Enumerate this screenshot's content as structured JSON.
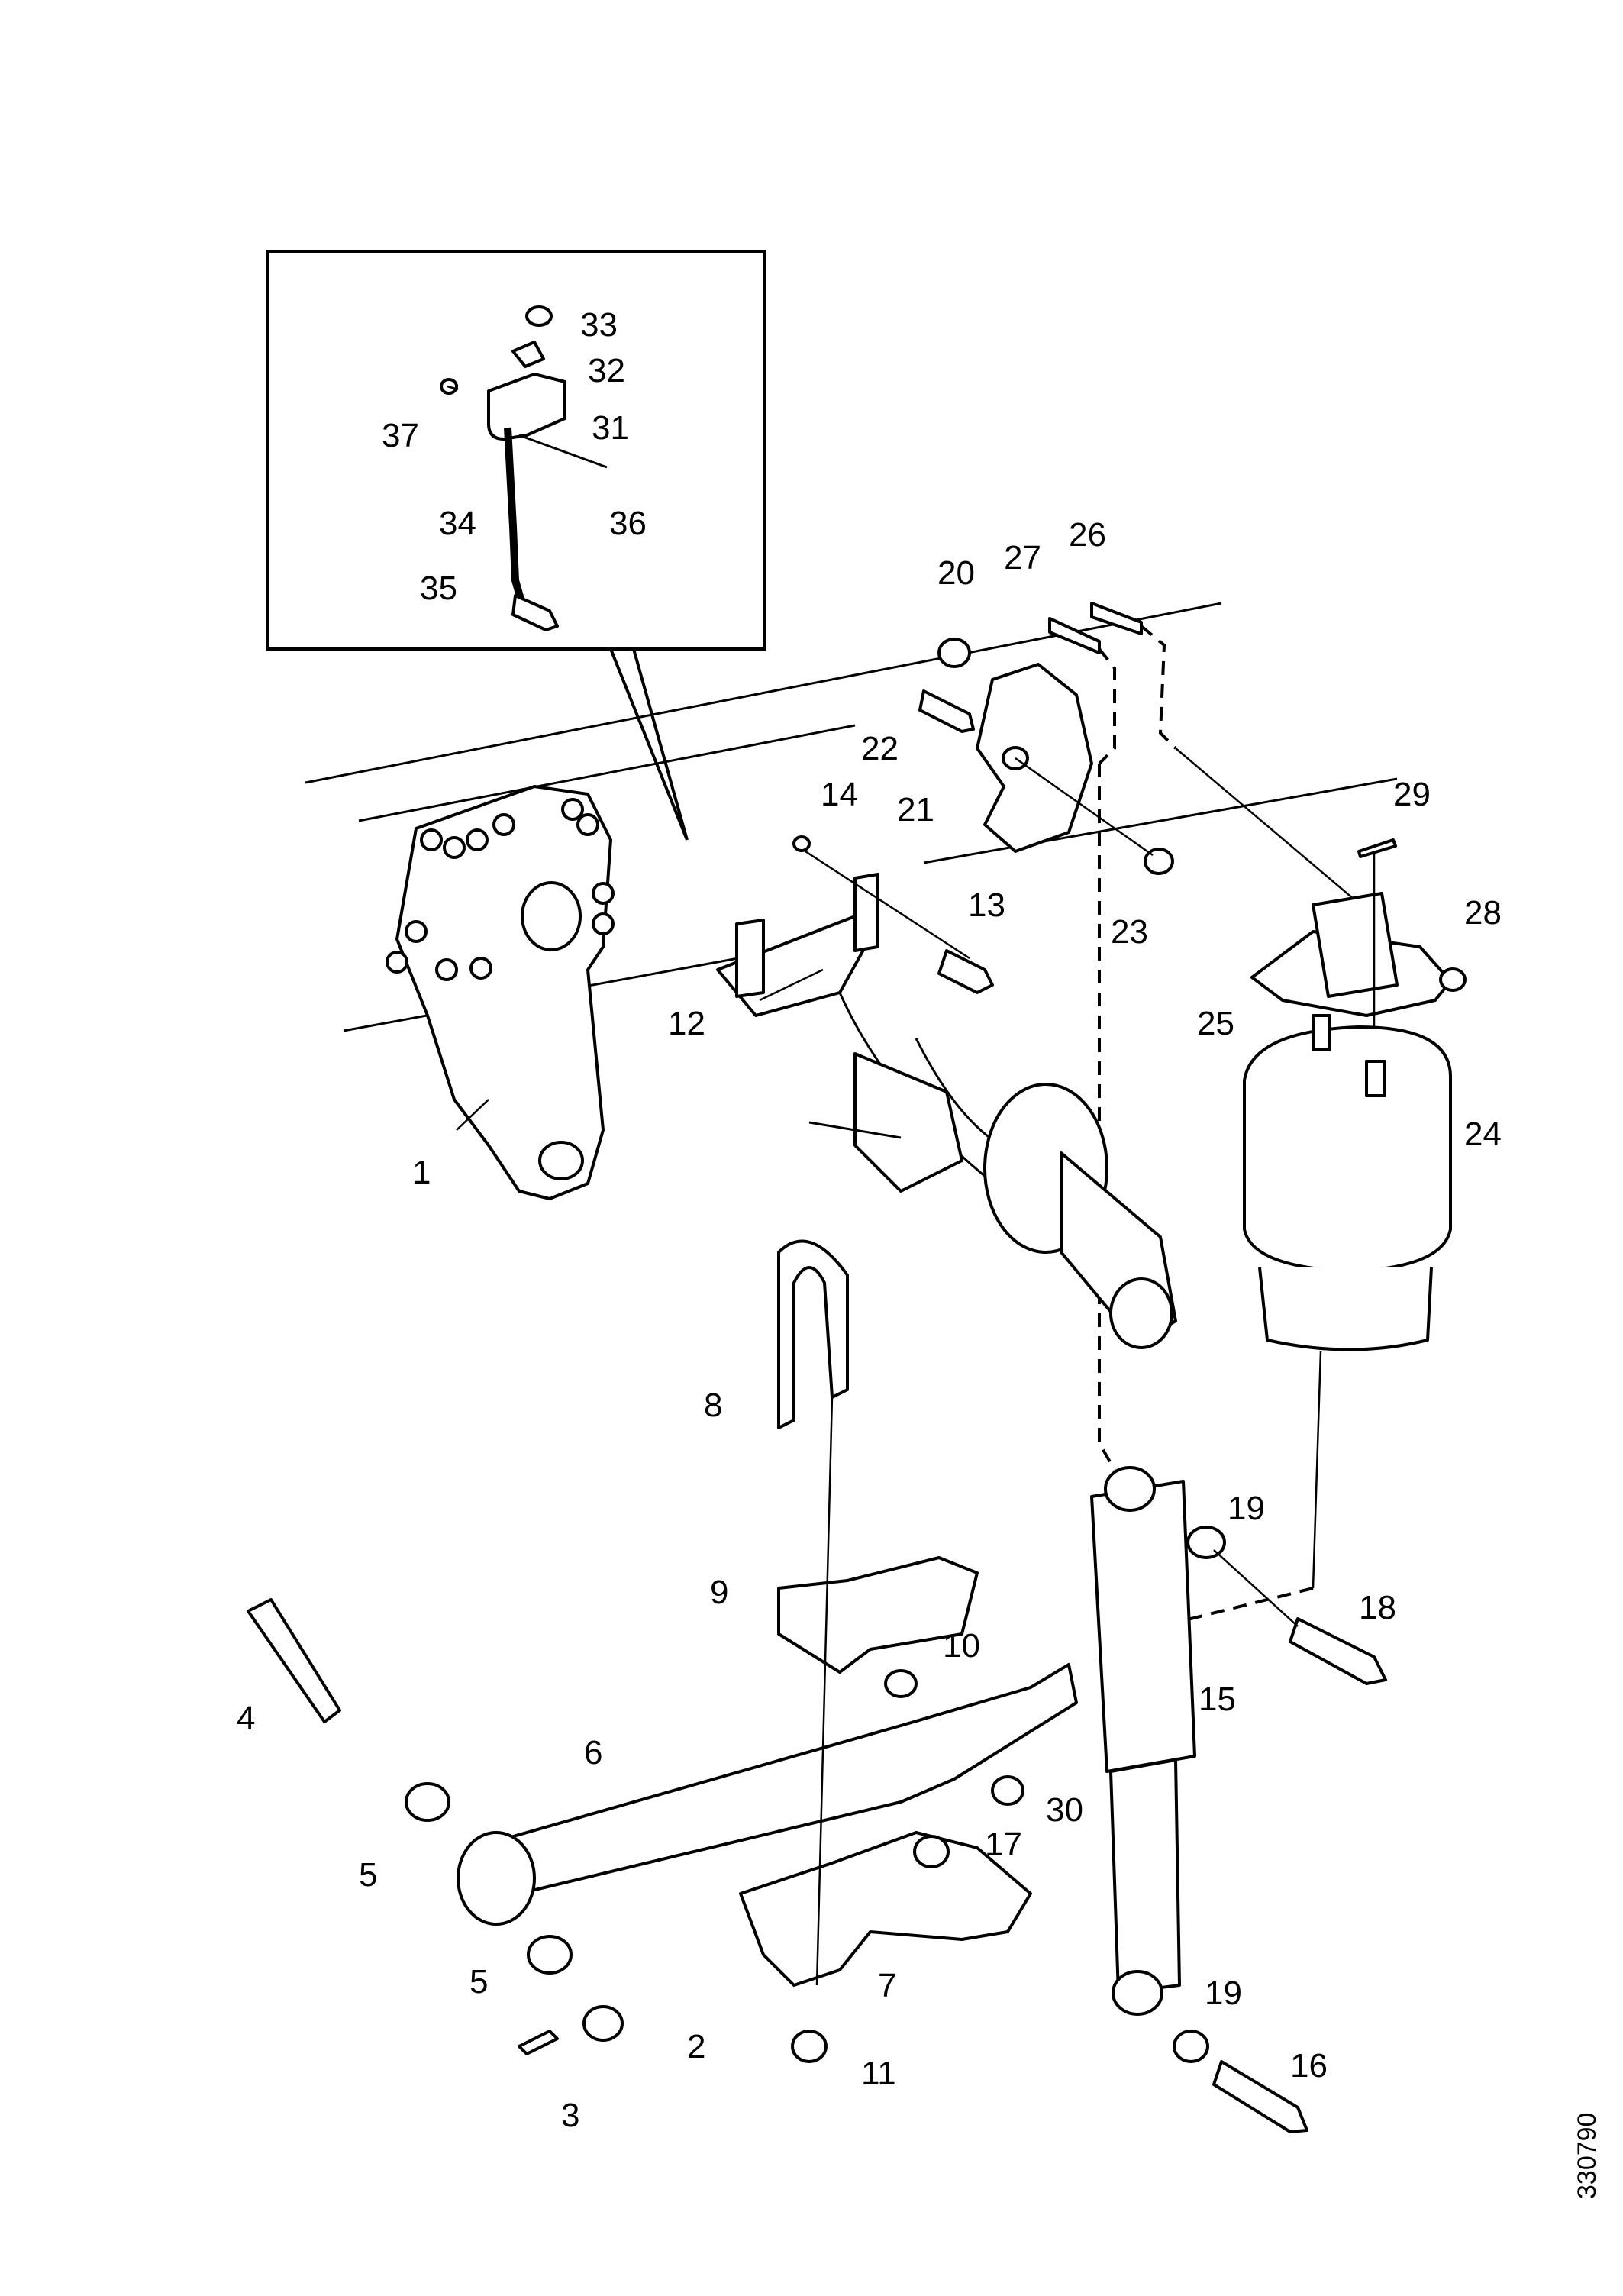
{
  "figure_id": "330790",
  "callouts": {
    "c1": "1",
    "c2": "2",
    "c3": "3",
    "c4": "4",
    "c5a": "5",
    "c5b": "5",
    "c6": "6",
    "c7": "7",
    "c8": "8",
    "c9": "9",
    "c10": "10",
    "c11": "11",
    "c12": "12",
    "c13": "13",
    "c14": "14",
    "c15": "15",
    "c16": "16",
    "c17": "17",
    "c18": "18",
    "c19a": "19",
    "c19b": "19",
    "c20": "20",
    "c21": "21",
    "c22": "22",
    "c23": "23",
    "c24": "24",
    "c25": "25",
    "c26": "26",
    "c27": "27",
    "c28": "28",
    "c29": "29",
    "c30": "30",
    "c31": "31",
    "c32": "32",
    "c33": "33",
    "c34": "34",
    "c35": "35",
    "c36": "36",
    "c37": "37"
  }
}
